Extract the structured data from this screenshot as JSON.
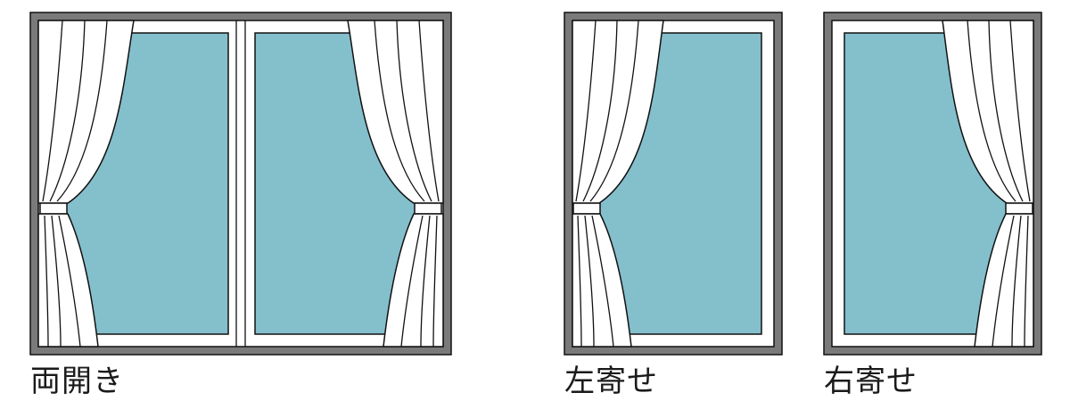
{
  "colors": {
    "frame": "#7a7a7a",
    "glass": "#84bfcc",
    "curtain": "#ffffff",
    "line": "#111111"
  },
  "windows": [
    {
      "caption": "両開き",
      "style": "double-open"
    },
    {
      "caption": "左寄せ",
      "style": "left-gathered"
    },
    {
      "caption": "右寄せ",
      "style": "right-gathered"
    }
  ]
}
